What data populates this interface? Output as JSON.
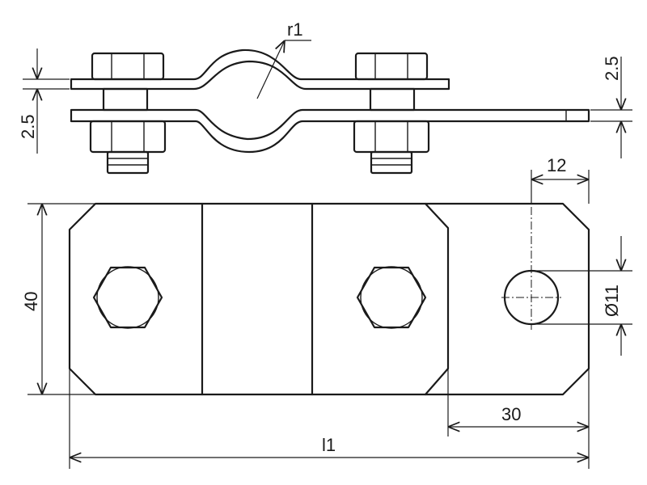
{
  "drawing": {
    "top_view_label": "",
    "dimensions": {
      "radius": "r1",
      "top_thickness": "2.5",
      "left_thickness": "2.5",
      "hole_offset": "12",
      "hole_diameter": "Ø11",
      "height": "40",
      "end_distance": "30",
      "length": "l1"
    }
  }
}
